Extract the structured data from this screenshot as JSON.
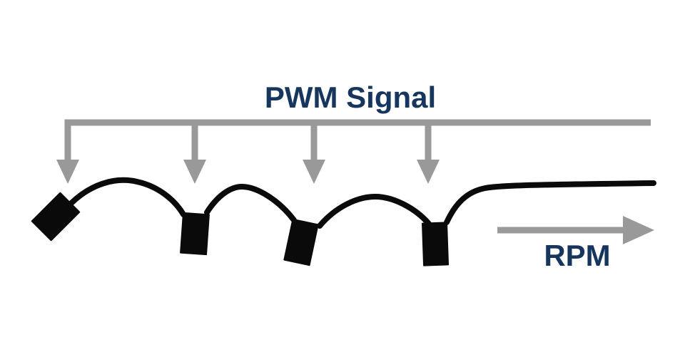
{
  "labels": {
    "pwm_signal": "PWM Signal",
    "rpm": "RPM"
  },
  "colors": {
    "background": "#ffffff",
    "signal_gray": "#999999",
    "cable_black": "#0a0a0a",
    "label_navy": "#17365d"
  },
  "pwm_bus": {
    "arrow_count": 4
  },
  "fan_chain": {
    "fan_count": 4
  }
}
